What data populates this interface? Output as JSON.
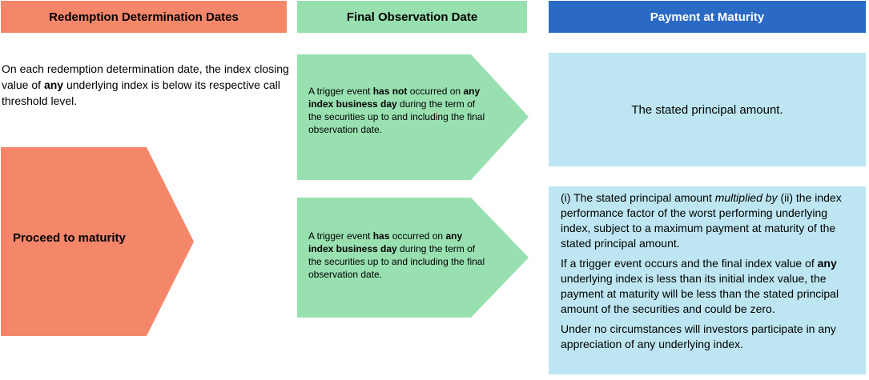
{
  "headers": {
    "redemption": "Redemption Determination Dates",
    "final_observation": "Final Observation Date",
    "payment": "Payment at Maturity"
  },
  "intro": {
    "t1": "On each redemption determination date, the index closing value of ",
    "b1": "any",
    "t2": " underlying index is below its respective call threshold level."
  },
  "proceed_label": "Proceed to maturity",
  "not_occurred": {
    "t1": "A trigger event ",
    "b1": "has not",
    "t2": " occurred on ",
    "b2": "any index business day",
    "t3": " during the term of the securities up to and including the final observation date."
  },
  "occurred": {
    "t1": "A trigger event ",
    "b1": "has",
    "t2": " occurred on ",
    "b2": "any index business day",
    "t3": " during the term of the securities up to and including the final observation date."
  },
  "payment_stated": "The stated principal amount.",
  "payment_formula": {
    "p1_t1": "(i) The stated principal amount ",
    "p1_i1": "multiplied by",
    "p1_t2": " (ii) the index performance factor of the worst performing underlying index, subject to a maximum payment at maturity of the stated principal amount.",
    "p2_t1": "If a trigger event occurs and the final index value of ",
    "p2_b1": "any",
    "p2_t2": " underlying index is less than its initial index value, the payment at maturity will be less than the stated principal amount of the securities and could be zero.",
    "p3": "Under no circumstances will investors participate in any appreciation of any underlying index."
  },
  "colors": {
    "orange": "#f4876a",
    "green": "#98e0b0",
    "blue": "#2a6ac4",
    "light_blue": "#bde6f2"
  }
}
